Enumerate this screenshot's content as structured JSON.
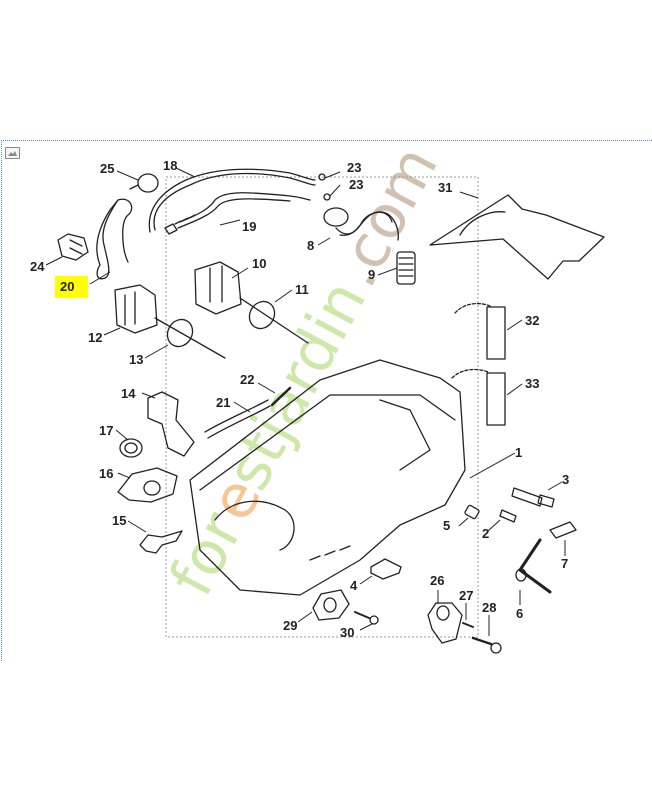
{
  "frame": {
    "image_icon": "image-placeholder-icon",
    "border_color": "#4a8fe0"
  },
  "diagram": {
    "highlighted_part": "20",
    "highlight_color": "#ffff00",
    "watermark": {
      "parts": [
        "for",
        "e",
        "st",
        "jardin",
        ".com"
      ],
      "colors": [
        "#c8e6a0",
        "#f7c08a",
        "#c8e6a0",
        "#c8e6a0",
        "#cbbba8"
      ]
    },
    "labels": {
      "p1": "1",
      "p2": "2",
      "p3": "3",
      "p4": "4",
      "p5": "5",
      "p6": "6",
      "p7": "7",
      "p8": "8",
      "p9": "9",
      "p10": "10",
      "p11": "11",
      "p12": "12",
      "p13": "13",
      "p14": "14",
      "p15": "15",
      "p16": "16",
      "p17": "17",
      "p18": "18",
      "p19": "19",
      "p20": "20",
      "p21": "21",
      "p22": "22",
      "p23a": "23",
      "p23b": "23",
      "p24": "24",
      "p25": "25",
      "p26": "26",
      "p27": "27",
      "p28": "28",
      "p29": "29",
      "p30": "30",
      "p31": "31",
      "p32": "32",
      "p33": "33"
    }
  }
}
